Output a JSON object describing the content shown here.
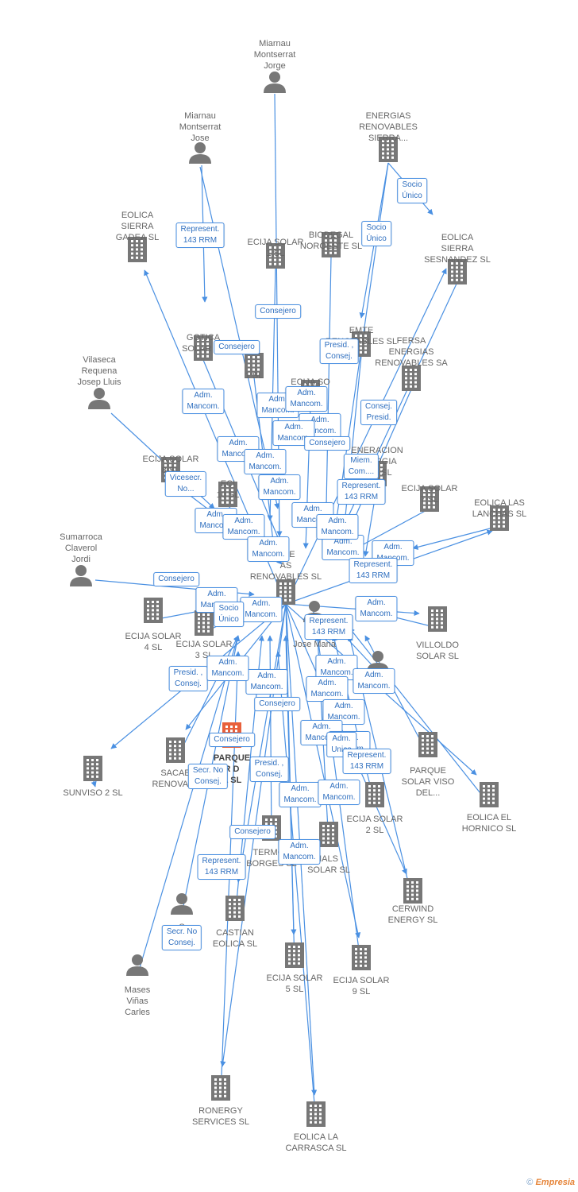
{
  "colors": {
    "edge": "#4a90e2",
    "node": "#777777",
    "focus": "#e8603c",
    "label": "#666666"
  },
  "footer": {
    "copyright": "©",
    "brand": "Empresia"
  },
  "focus_label": "PARQUE\nR D\nA SL",
  "nodes": [
    {
      "id": "miarnau_jorge",
      "type": "person",
      "label": "Miarnau\nMontserrat\nJorge"
    },
    {
      "id": "miarnau_jose",
      "type": "person",
      "label": "Miarnau\nMontserrat\nJose"
    },
    {
      "id": "energias_sierra",
      "type": "company",
      "label": "ENERGIAS\nRENOVABLES\nSIERRA..."
    },
    {
      "id": "eolica_gadea",
      "type": "company",
      "label": "EOLICA\nSIERRA\nGADEA SL"
    },
    {
      "id": "ecija1",
      "type": "company",
      "label": "ECIJA SOLAR\n1 SL"
    },
    {
      "id": "biodegal",
      "type": "company",
      "label": "BIODEGAL\nNOROESTE SL"
    },
    {
      "id": "eolica_sesnandez",
      "type": "company",
      "label": "EOLICA\nSIERRA\nSESNANDEZ SL"
    },
    {
      "id": "gotica",
      "type": "company",
      "label": "GOTICA\nSOLAR SL"
    },
    {
      "id": "emte_renov",
      "type": "company",
      "label": "EMTE\nRENOVABLES SL"
    },
    {
      "id": "fersa",
      "type": "company",
      "label": "FERSA\nENERGIAS\nRENOVABLES SA"
    },
    {
      "id": "ecija_11",
      "type": "company",
      "label": "1 SL"
    },
    {
      "id": "ecija6",
      "type": "company",
      "label": "ECIJA SO\n6 SL"
    },
    {
      "id": "vilaseca",
      "type": "person",
      "label": "Vilaseca\nRequena\nJosep Lluis"
    },
    {
      "id": "ecija8",
      "type": "company",
      "label": "ECIJA SOLAR\n8 SL"
    },
    {
      "id": "ecija10",
      "type": "company",
      "label": "ECI\n10 SL"
    },
    {
      "id": "generacion",
      "type": "company",
      "label": "ENERACION\nENERGIA\nBLE SL"
    },
    {
      "id": "ecija7",
      "type": "company",
      "label": "ECIJA SOLAR\n7 SL"
    },
    {
      "id": "eolica_lanchas",
      "type": "company",
      "label": "EOLICA LAS\nLANCHAS SL"
    },
    {
      "id": "sumarroca",
      "type": "person",
      "label": "Sumarroca\nClaverol\nJordi"
    },
    {
      "id": "emte_center",
      "type": "company",
      "label": "MTE\nAS\nRENOVABLES SL"
    },
    {
      "id": "ecija4",
      "type": "company",
      "label": "ECIJA SOLAR\n4 SL"
    },
    {
      "id": "ecija3",
      "type": "company",
      "label": "ECIJA SOLAR\n3 SL"
    },
    {
      "id": "villoldo",
      "type": "company",
      "label": "VILLOLDO\nSOLAR SL"
    },
    {
      "id": "jose_maria",
      "type": "person",
      "label": "Fo\nJose Maria"
    },
    {
      "id": "juan",
      "type": "person",
      "label": "uan"
    },
    {
      "id": "sunviso",
      "type": "company",
      "label": "SUNVISO 2 SL"
    },
    {
      "id": "sacae",
      "type": "company",
      "label": "SACAE\nRENOVABL"
    },
    {
      "id": "parque_viso",
      "type": "company",
      "label": "PARQUE\nSOLAR VISO\nDEL..."
    },
    {
      "id": "eolica_hornico",
      "type": "company",
      "label": "EOLICA EL\nHORNICO SL"
    },
    {
      "id": "ecija2",
      "type": "company",
      "label": "ECIJA SOLAR\n2 SL"
    },
    {
      "id": "termos",
      "type": "company",
      "label": "TERMOS\nBORGES SL"
    },
    {
      "id": "ials",
      "type": "company",
      "label": "IALS\nSOLAR SL"
    },
    {
      "id": "cerwind",
      "type": "company",
      "label": "CERWIND\nENERGY  SL"
    },
    {
      "id": "carles_s",
      "type": "person",
      "label": "S\nCarles"
    },
    {
      "id": "castian",
      "type": "company",
      "label": "CASTIAN\nEOLICA SL"
    },
    {
      "id": "mases",
      "type": "person",
      "label": "Mases\nViñas\nCarles"
    },
    {
      "id": "ecija5",
      "type": "company",
      "label": "ECIJA SOLAR\n5 SL"
    },
    {
      "id": "ecija9",
      "type": "company",
      "label": "ECIJA SOLAR\n9 SL"
    },
    {
      "id": "ronergy",
      "type": "company",
      "label": "RONERGY\nSERVICES  SL"
    },
    {
      "id": "eolica_carrasca",
      "type": "company",
      "label": "EOLICA LA\nCARRASCA SL"
    }
  ],
  "edge_labels": [
    "Socio\nÚnico",
    "Represent.\n143 RRM",
    "Socio\nÚnico",
    "Consejero",
    "Consejero",
    "Presid. ,\nConsej.",
    "Adm.\nMancom.",
    "Adm.\nMancom.",
    "Adm.\nMancom.",
    "Consej.\nPresid.",
    "Adm.\nMancom.",
    "Adm.\nMancom.",
    "Adm.\nMancom.",
    "Consejero",
    "Vicesecr.\nNo...",
    "Adm.\nMancom.",
    "Adm.\nMancom.",
    "Adm.\nMancom.",
    "Miem.\nCom....",
    "Represent.\n143 RRM",
    "Adm.\nMancom.",
    "Adm.\nMancom.",
    "Adm.\nMancom.",
    "Adm.\nMancom.",
    "Adm.\nMancom.",
    "Adm.\nMancom.",
    "Adm.\nMancom.",
    "Represent.\n143 RRM",
    "Consejero",
    "Adm.\nMancom.",
    "Socio\nÚnico",
    "Adm.\nMancom.",
    "Represent.\n143 RRM",
    "Presid. ,\nConsej.",
    "Adm.\nMancom.",
    "Adm.\nMancom.",
    "Adm.\nMancom.",
    "Adm.\nMancom.",
    "Adm.\nMancom.",
    "Adm.\nMancom.",
    "Consejero",
    "Adm.\nMancom.",
    "Adm.\nMancom.",
    "Consejero",
    "Secr.  No\nConsej.",
    "Presid. ,\nConsej.",
    "Adm.\nUnico",
    "Represent.\n143 RRM",
    "Adm.\nMancom.",
    "Adm.\nMancom.",
    "Consejero",
    "Adm.\nMancom.",
    "Represent.\n143 RRM",
    "Secr.  No\nConsej."
  ]
}
